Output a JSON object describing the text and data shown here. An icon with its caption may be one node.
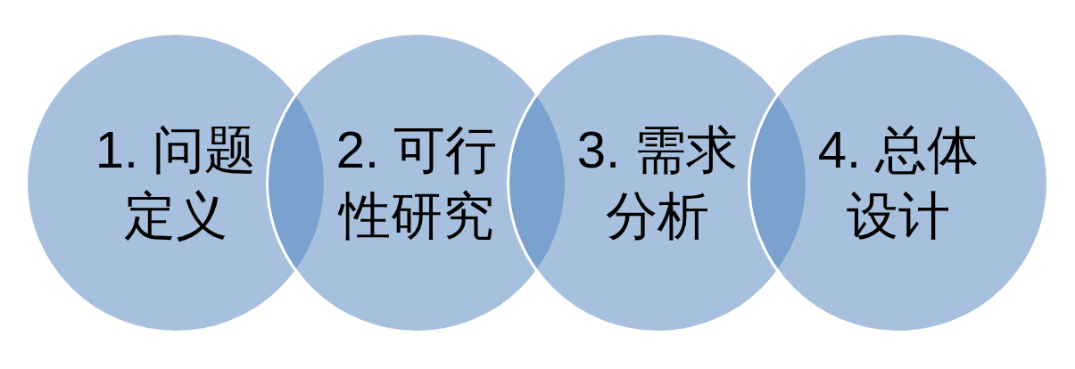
{
  "diagram": {
    "nodes": [
      {
        "text": [
          "1. 问题定义"
        ]
      },
      {
        "text": [
          "2. 可行性研究"
        ]
      },
      {
        "text": [
          "3. 需求分析"
        ]
      },
      {
        "text": [
          "4. 总体设计"
        ]
      }
    ]
  }
}
